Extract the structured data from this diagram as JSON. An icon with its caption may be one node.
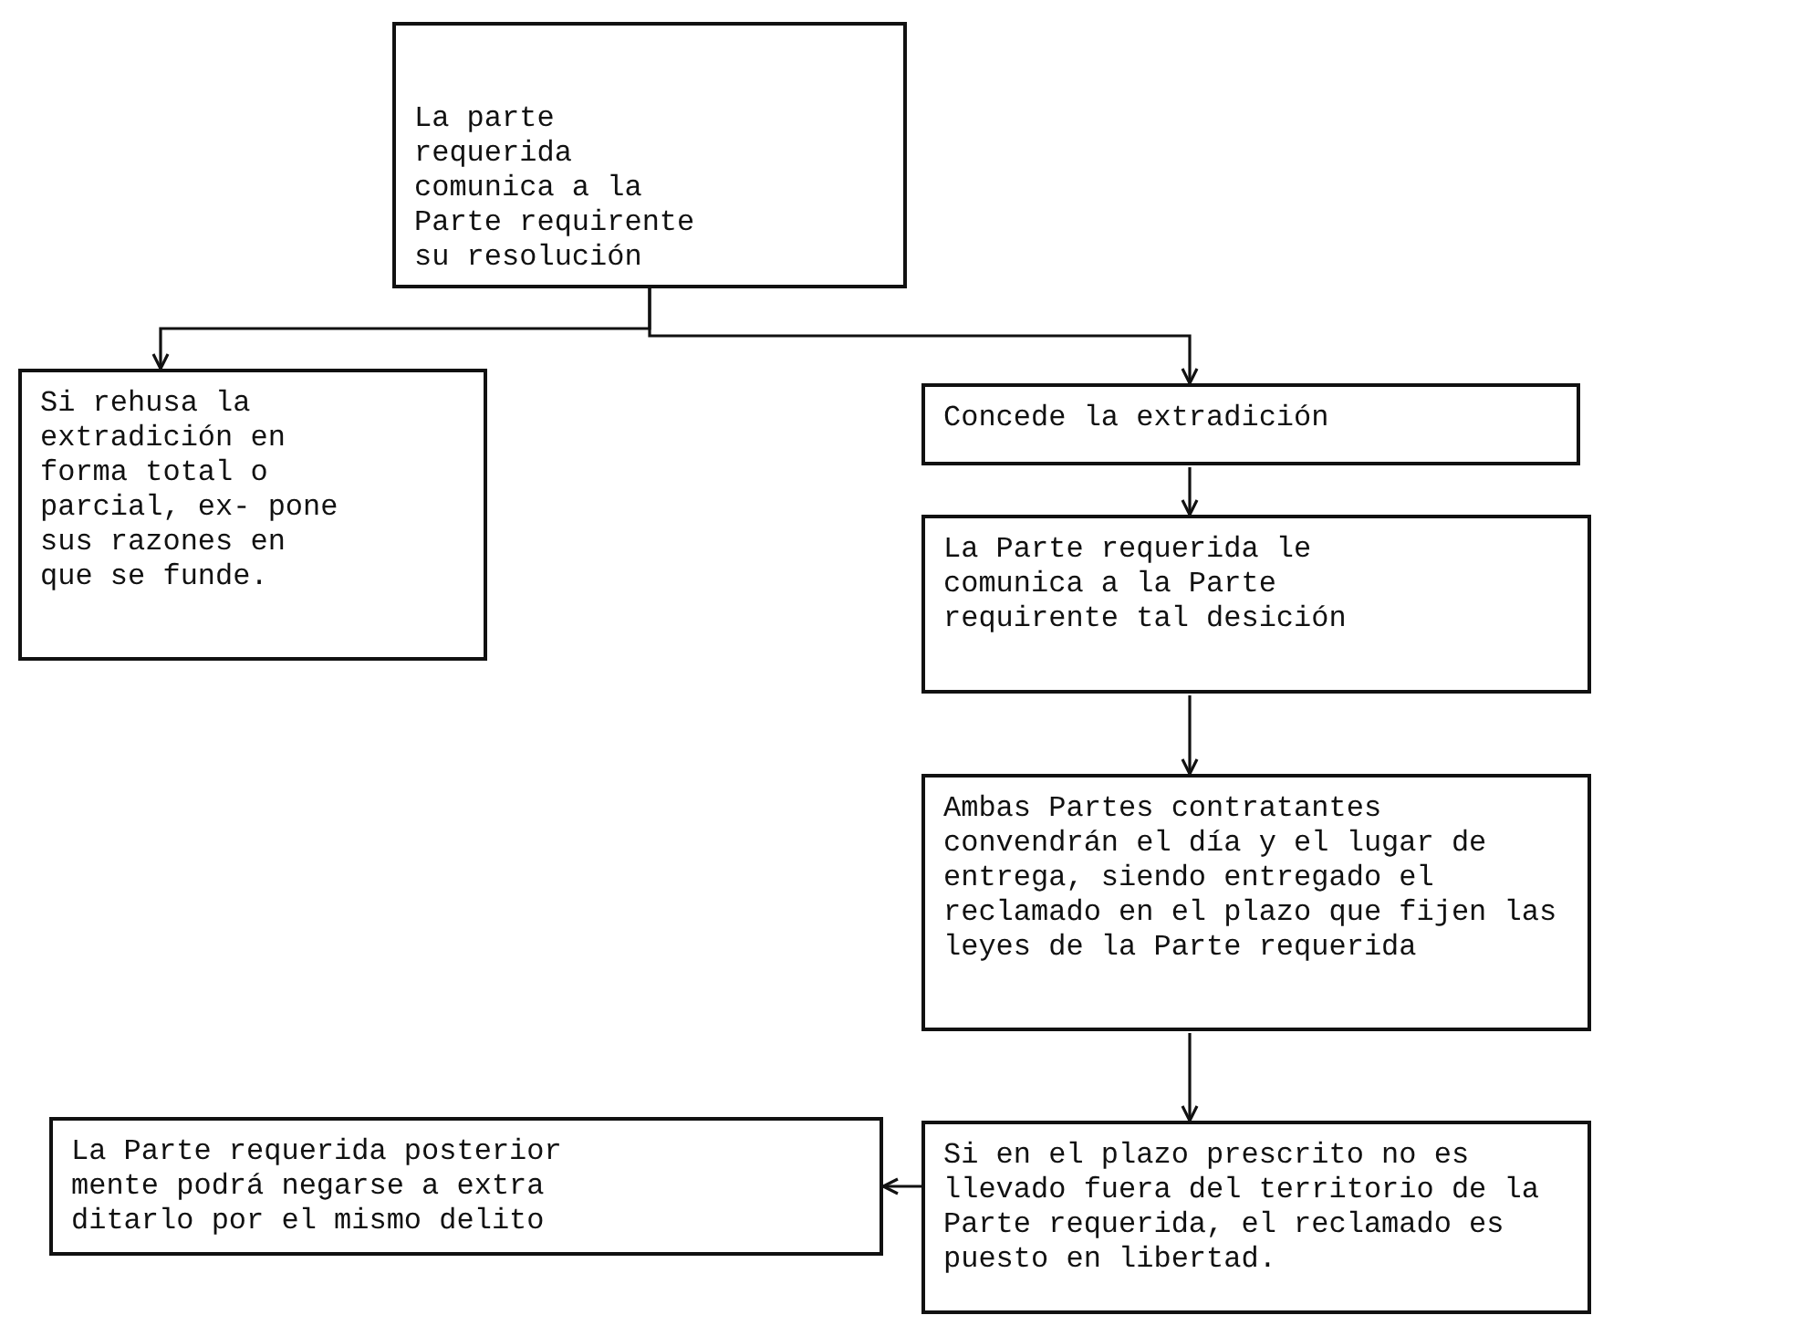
{
  "diagram": {
    "nodes": [
      {
        "text": [
          "La parte requerida comunica a la Parte requirente su resolución"
        ]
      },
      {
        "text": [
          "Si rehusa la extradición en forma total o parcial, ex- pone sus razones en que se funde."
        ]
      },
      {
        "text": [
          "Concede la extradición"
        ]
      },
      {
        "text": [
          "La Parte requerida le comunica a la Parte requirente tal desición"
        ]
      },
      {
        "text": [
          "Ambas Partes contratantes convendrán el día y el lugar de entrega, siendo entregado el reclamado en el plazo que fijen las leyes de la Parte requerida"
        ]
      },
      {
        "text": [
          "Si en el plazo prescrito no es llevado fuera del territorio de la Parte requerida, el reclamado es puesto en libertad."
        ]
      },
      {
        "text": [
          "La Parte requerida posterior mente podrá negarse a extra ditarlo por el mismo delito"
        ]
      }
    ],
    "edges": [
      {
        "from": 0,
        "to": 1,
        "arrow": "to"
      },
      {
        "from": 0,
        "to": 2,
        "arrow": "to"
      },
      {
        "from": 2,
        "to": 3,
        "arrow": "to"
      },
      {
        "from": 3,
        "to": 4,
        "arrow": "to"
      },
      {
        "from": 4,
        "to": 5,
        "arrow": "to"
      },
      {
        "from": 5,
        "to": 6,
        "arrow": "to"
      }
    ]
  }
}
